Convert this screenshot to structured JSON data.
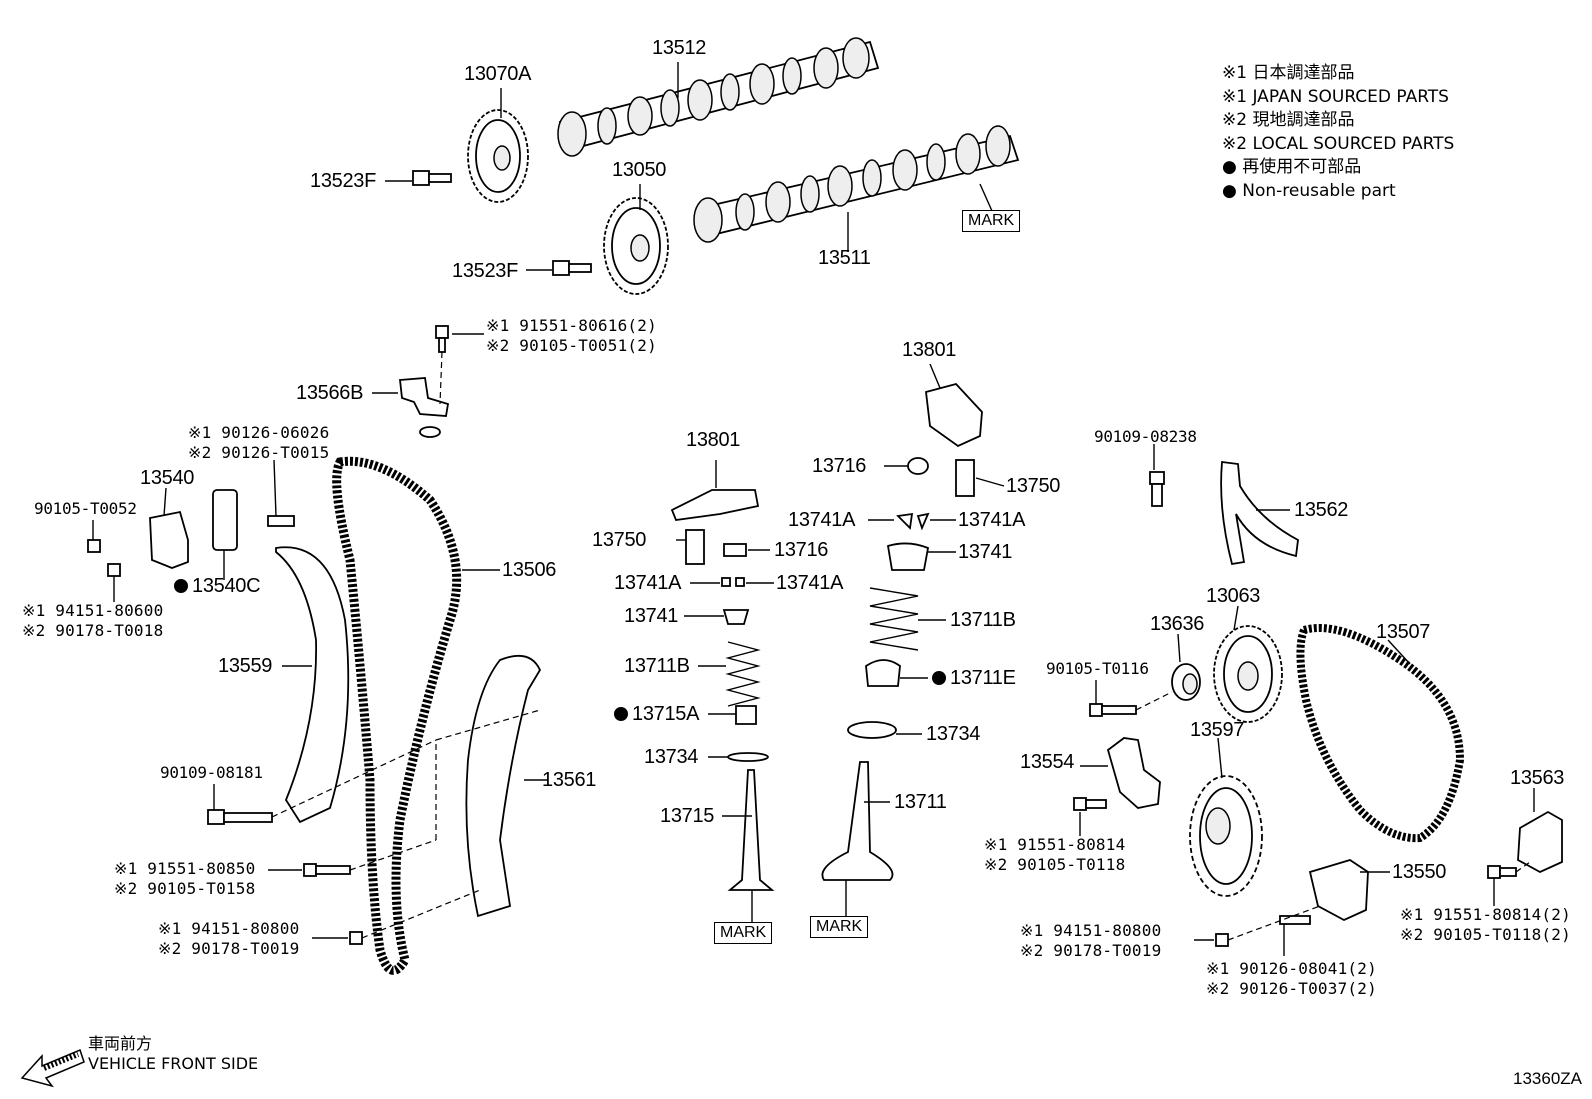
{
  "legend": [
    {
      "mark": "※1",
      "text": "日本調達部品"
    },
    {
      "mark": "※1",
      "text": "JAPAN SOURCED PARTS"
    },
    {
      "mark": "※2",
      "text": "現地調達部品"
    },
    {
      "mark": "※2",
      "text": "LOCAL SOURCED PARTS"
    },
    {
      "mark": "●",
      "text": "再使用不可部品"
    },
    {
      "mark": "●",
      "text": "Non-reusable part"
    }
  ],
  "labels": {
    "p13070A": "13070A",
    "p13512": "13512",
    "p13523F_a": "13523F",
    "p13050": "13050",
    "p13523F_b": "13523F",
    "p13511": "13511",
    "mark_cam": "MARK",
    "p91551_80616": "※1 91551-80616(2)",
    "p90105_T0051": "※2 90105-T0051(2)",
    "p13566B": "13566B",
    "p90126_06026": "※1 90126-06026",
    "p90126_T0015": "※2 90126-T0015",
    "p13540": "13540",
    "p90105_T0052": "90105-T0052",
    "p13540C": "13540C",
    "p94151_80600": "※1 94151-80600",
    "p90178_T0018": "※2 90178-T0018",
    "p13559": "13559",
    "p13506": "13506",
    "p90109_08181": "90109-08181",
    "p91551_80850": "※1 91551-80850",
    "p90105_T0158": "※2 90105-T0158",
    "p94151_80800_a": "※1 94151-80800",
    "p90178_T0019_a": "※2 90178-T0019",
    "p13561": "13561",
    "p13801_a": "13801",
    "p13750_a": "13750",
    "p13716_a": "13716",
    "p13741A_a": "13741A",
    "p13741A_b": "13741A",
    "p13741_a": "13741",
    "p13711B_a": "13711B",
    "p13715A": "13715A",
    "p13734_a": "13734",
    "p13715": "13715",
    "mark_ex": "MARK",
    "p13801_b": "13801",
    "p13716_b": "13716",
    "p13750_b": "13750",
    "p13741A_c": "13741A",
    "p13741A_d": "13741A",
    "p13741_b": "13741",
    "p13711B_b": "13711B",
    "p13711E": "13711E",
    "p13734_b": "13734",
    "p13711": "13711",
    "mark_in": "MARK",
    "p90109_08238": "90109-08238",
    "p13562": "13562",
    "p13063": "13063",
    "p13636": "13636",
    "p90105_T0116": "90105-T0116",
    "p13507": "13507",
    "p13554": "13554",
    "p13597": "13597",
    "p91551_80814_a": "※1 91551-80814",
    "p90105_T0118_a": "※2 90105-T0118",
    "p13563": "13563",
    "p13550": "13550",
    "p94151_80800_b": "※1 94151-80800",
    "p90178_T0019_b": "※2 90178-T0019",
    "p90126_08041": "※1 90126-08041(2)",
    "p90126_T0037": "※2 90126-T0037(2)",
    "p91551_80814_b": "※1 91551-80814(2)",
    "p90105_T0118_b": "※2 90105-T0118(2)"
  },
  "front": {
    "jp": "車両前方",
    "en": "VEHICLE FRONT SIDE"
  },
  "diagram_id": "13360ZA"
}
